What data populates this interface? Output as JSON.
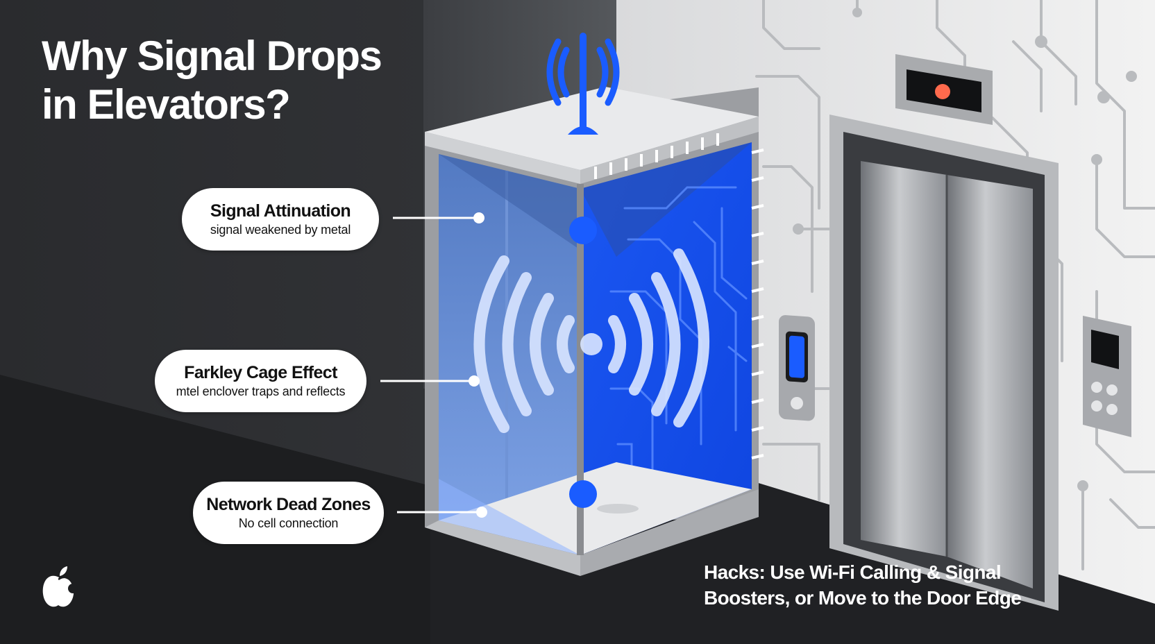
{
  "title": {
    "line1": "Why Signal Drops",
    "line2": "in Elevators?"
  },
  "callouts": [
    {
      "label": "Signal Attinuation",
      "sub": "signal weakened by metal"
    },
    {
      "label": "Farkley Cage Effect",
      "sub": "mtel enclover traps and reflects"
    },
    {
      "label": "Network Dead Zones",
      "sub": "No cell connection"
    }
  ],
  "hacks": {
    "line1": "Hacks: Use Wi-Fi Calling & Signal",
    "line2": "Boosters, or Move to the Door Edge"
  },
  "icons": {
    "logo": "apple-logo",
    "antenna": "antenna-icon",
    "waves": "signal-waves-icon",
    "indicator": "apple-logo-floor-indicator"
  },
  "colors": {
    "accent_blue": "#1a5cff",
    "panel_blue": "#5a83cc",
    "dark_bg": "#2b2c2f",
    "wall_light": "#ececec",
    "indicator_logo": "#ff6a4d"
  }
}
